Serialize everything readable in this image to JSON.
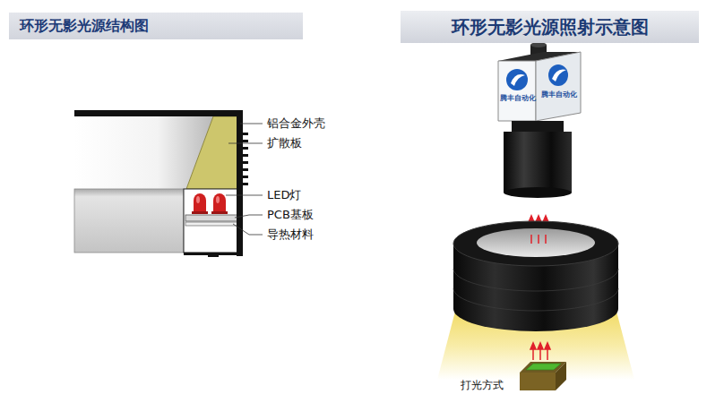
{
  "diagram": {
    "nodes": [
      {
        "text": [
          "环形无影光源结构图"
        ]
      },
      {
        "text": [
          "环形无影光源照射示意图"
        ]
      }
    ],
    "edges": [],
    "labels": [
      "铝合金外壳",
      "扩散板",
      "LED灯",
      "PCB基板",
      "导热材料",
      "腾丰自动化",
      "腾丰自动化",
      "打光方式"
    ]
  }
}
